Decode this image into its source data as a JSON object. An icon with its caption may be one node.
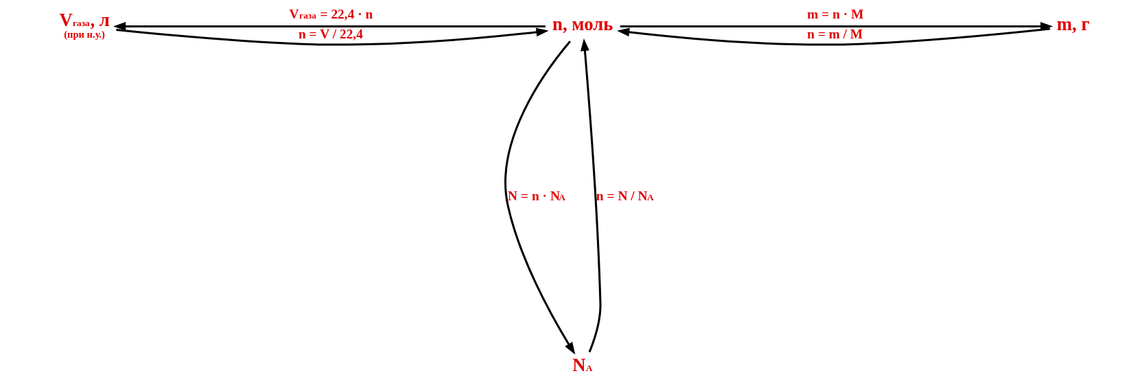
{
  "diagram": {
    "nodes": [
      {
        "text": [
          "V$_{газа}$, л"
        ],
        "beside": [
          "(при н.у.)"
        ]
      },
      {
        "text": [
          "n, моль"
        ]
      },
      {
        "text": [
          "m, г"
        ]
      },
      {
        "text": [
          "N$_{A}$"
        ]
      }
    ],
    "edges": [
      {
        "from": 1,
        "to": 0,
        "arrow": "to",
        "label": "V$_{газа}$ = 22,4 · n"
      },
      {
        "from": 0,
        "to": 1,
        "arrow": "to",
        "label": "n = V / 22,4"
      },
      {
        "from": 1,
        "to": 2,
        "arrow": "to",
        "label": "m = n · M"
      },
      {
        "from": 2,
        "to": 1,
        "arrow": "to",
        "label": "n = m / M"
      },
      {
        "from": 1,
        "to": 3,
        "arrow": "to",
        "label": "N = n · N$_{A}$"
      },
      {
        "from": 3,
        "to": 1,
        "arrow": "to",
        "label": "n = N / N$_{A}$"
      }
    ]
  }
}
